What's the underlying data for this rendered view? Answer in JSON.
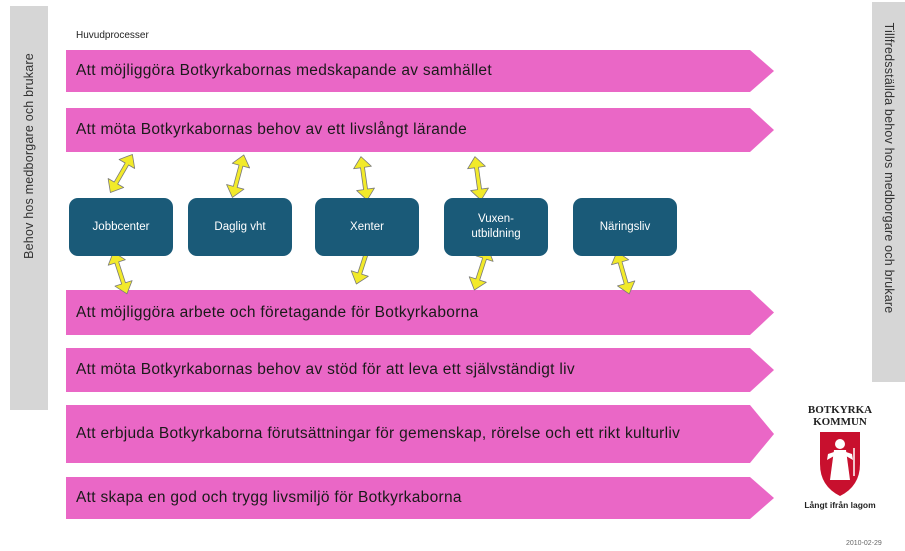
{
  "left_label": "Behov hos medborgare och brukare",
  "right_label": "Tillfredsställda behov hos medborgare och brukare",
  "section_label": "Huvudprocesser",
  "processes": [
    "Att möjliggöra Botkyrkabornas medskapande av samhället",
    "Att möta Botkyrkabornas behov av ett livslångt lärande",
    "Att möjliggöra arbete och företagande för Botkyrkaborna",
    "Att möta Botkyrkabornas behov av stöd för att leva ett självständigt liv",
    "Att erbjuda Botkyrkaborna förutsättningar för gemenskap, rörelse och ett rikt kulturliv",
    "Att skapa en god och trygg livsmiljö för Botkyrkaborna"
  ],
  "units": [
    "Jobbcenter",
    "Daglig vht",
    "Xenter",
    "Vuxen-\nutbildning",
    "Näringsliv"
  ],
  "logo": {
    "name": "BOTKYRKA\nKOMMUN",
    "tagline": "Långt ifrån lagom"
  },
  "date": "2010-02-29",
  "colors": {
    "process": "#ea67c6",
    "unit": "#1a5a78",
    "arrow": "#f2ea2a",
    "side_bar": "#d6d6d6",
    "shield": "#c8102e"
  }
}
